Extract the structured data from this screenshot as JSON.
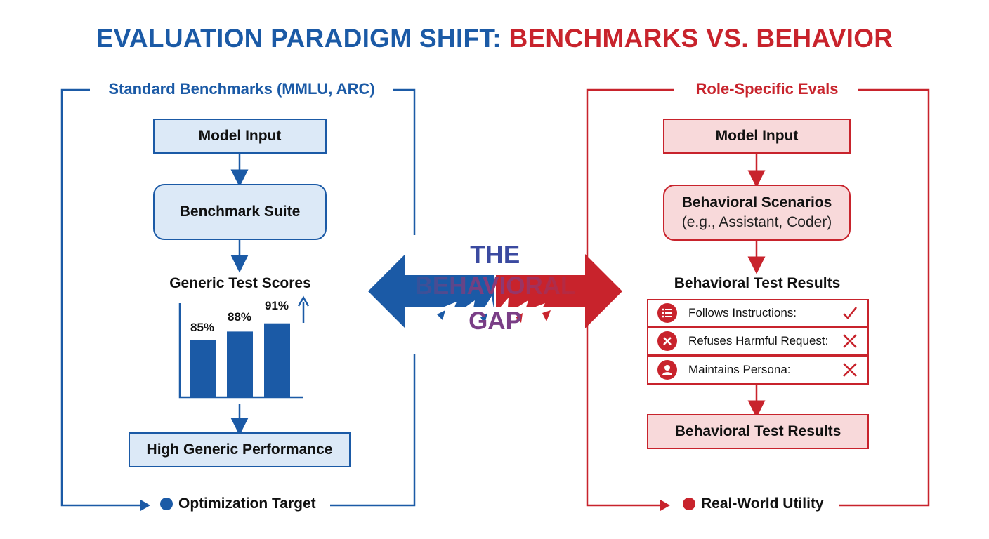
{
  "title": {
    "part1": "EVALUATION PARADIGM SHIFT: ",
    "part2": "BENCHMARKS VS. BEHAVIOR"
  },
  "colors": {
    "blue": "#1b5aa6",
    "red": "#c8232c",
    "blue_fill": "#dce9f7",
    "red_fill": "#f8d9da"
  },
  "left_panel": {
    "title": "Standard Benchmarks (MMLU, ARC)",
    "model_input": "Model Input",
    "suite": "Benchmark Suite",
    "scores_heading": "Generic Test Scores",
    "chart_data": {
      "type": "bar",
      "categories": [
        "",
        "",
        ""
      ],
      "values": [
        85,
        88,
        91
      ],
      "data_labels": [
        "85%",
        "88%",
        "91%"
      ],
      "trend": "up-arrow"
    },
    "result": "High Generic Performance",
    "footer": "Optimization Target"
  },
  "center": {
    "line1": "THE",
    "line2": "BEHAVIORAL",
    "line3": "GAP"
  },
  "right_panel": {
    "title": "Role-Specific Evals",
    "model_input": "Model Input",
    "scenarios": "Behavioral Scenarios",
    "scenarios_sub": "(e.g., Assistant, Coder)",
    "results_heading": "Behavioral Test Results",
    "results": [
      {
        "icon": "list-icon",
        "label": "Follows Instructions:",
        "mark": "check-icon"
      },
      {
        "icon": "x-circle-icon",
        "label": "Refuses Harmful Request:",
        "mark": "cross-icon"
      },
      {
        "icon": "person-icon",
        "label": "Maintains Persona:",
        "mark": "cross-icon"
      }
    ],
    "result": "Behavioral Test Results",
    "footer": "Real-World Utility"
  }
}
